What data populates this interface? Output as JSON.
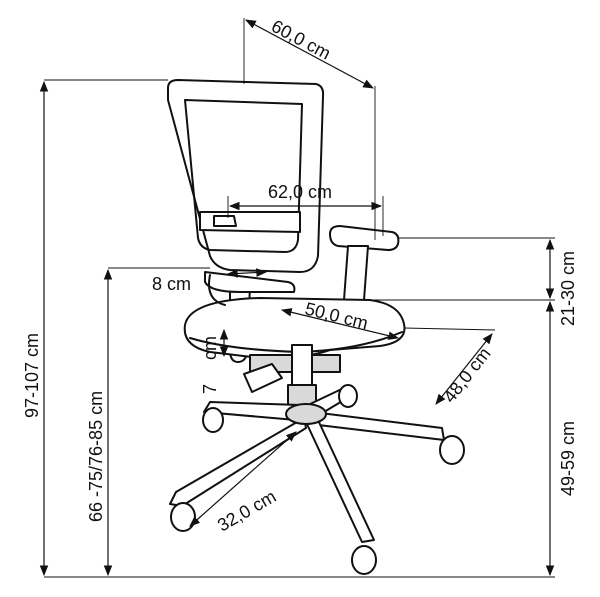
{
  "diagram": {
    "title": "",
    "dimensions": {
      "total_height": "97-107 cm",
      "armrest_height": "66 -75/76-85 cm",
      "seat_height": "49-59 cm",
      "backrest_adjust": "21-30 cm",
      "depth": "60,0 cm",
      "width_arms": "62,0 cm",
      "lumbar": "8 cm",
      "seat_width": "50,0 cm",
      "seat_depth": "48,0 cm",
      "base_radius": "32,0 cm",
      "arm_adjust_a": "cm",
      "arm_adjust_b": "7"
    }
  }
}
